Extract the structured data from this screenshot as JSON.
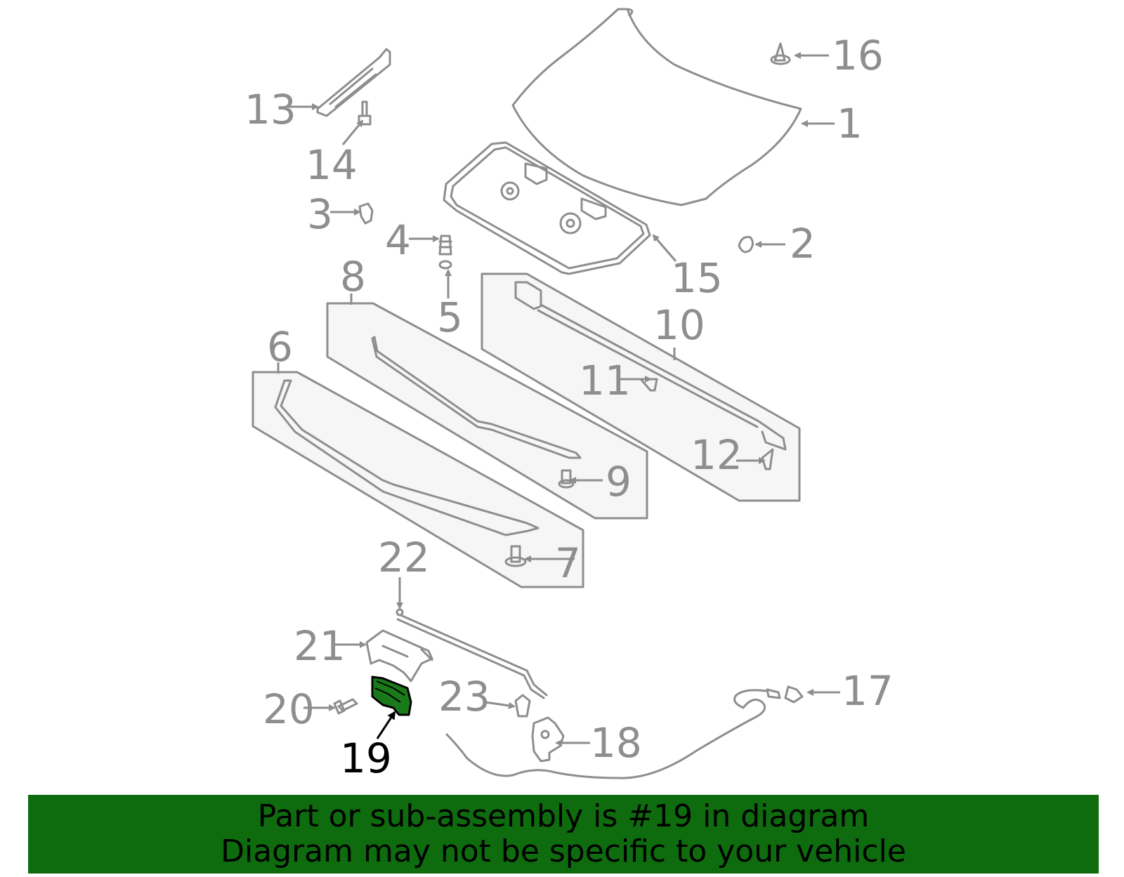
{
  "callouts": {
    "c1": "1",
    "c2": "2",
    "c3": "3",
    "c4": "4",
    "c5": "5",
    "c6": "6",
    "c7": "7",
    "c8": "8",
    "c9": "9",
    "c10": "10",
    "c11": "11",
    "c12": "12",
    "c13": "13",
    "c14": "14",
    "c15": "15",
    "c16": "16",
    "c17": "17",
    "c18": "18",
    "c19": "19",
    "c20": "20",
    "c21": "21",
    "c22": "22",
    "c23": "23"
  },
  "highlighted_part": "19",
  "colors": {
    "part_line": "#8e8e8e",
    "highlight_part": "#1a7a1a",
    "banner_bg": "#0e6b0e",
    "label_highlight": "#000000"
  },
  "banner": {
    "line1": "Part or sub-assembly is #19 in diagram",
    "line2": "Diagram may not be specific to your vehicle"
  }
}
